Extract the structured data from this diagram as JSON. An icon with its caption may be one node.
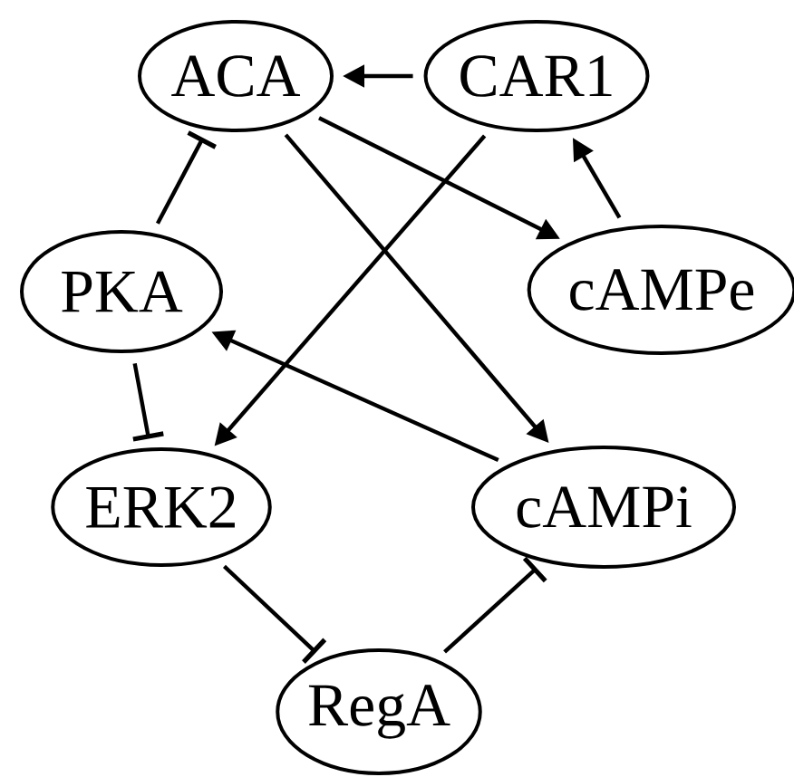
{
  "diagram": {
    "nodes": [
      {
        "text": [
          "ACA"
        ]
      },
      {
        "text": [
          "CAR1"
        ]
      },
      {
        "text": [
          "PKA"
        ]
      },
      {
        "text": [
          "cAMPe"
        ]
      },
      {
        "text": [
          "ERK2"
        ]
      },
      {
        "text": [
          "cAMPi"
        ]
      },
      {
        "text": [
          "RegA"
        ]
      }
    ],
    "edges": [
      {
        "from": 1,
        "to": 0,
        "arrow": "to"
      },
      {
        "from": 3,
        "to": 1,
        "arrow": "to"
      },
      {
        "from": 0,
        "to": 3,
        "arrow": "to"
      },
      {
        "from": 0,
        "to": 5,
        "arrow": "to"
      },
      {
        "from": 1,
        "to": 4,
        "arrow": "to"
      },
      {
        "from": 5,
        "to": 2,
        "arrow": "to"
      },
      {
        "from": 2,
        "to": 0,
        "arrow": "other"
      },
      {
        "from": 2,
        "to": 4,
        "arrow": "other"
      },
      {
        "from": 4,
        "to": 6,
        "arrow": "other"
      },
      {
        "from": 6,
        "to": 5,
        "arrow": "other"
      }
    ]
  }
}
